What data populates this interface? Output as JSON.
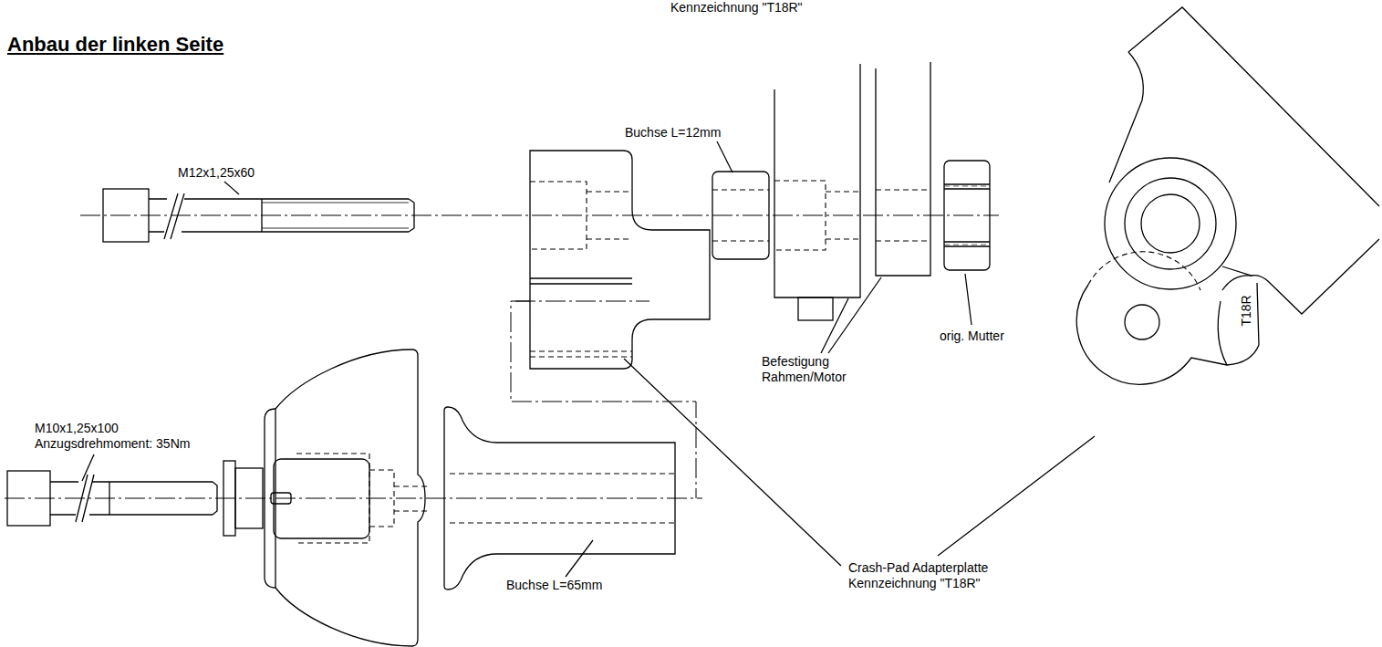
{
  "diagram": {
    "title": "Anbau der linken Seite",
    "labels": [
      "Kennzeichnung \"T18R\"",
      "M12x1,25x60",
      "Buchse L=12mm",
      "orig. Mutter",
      "Befestigung Rahmen/Motor",
      "M10x1,25x100",
      "Anzugsdrehmoment: 35Nm",
      "Crash-Pad Adapterplatte Kennzeichnung \"T18R\"",
      "Buchse L=65mm",
      "T18R"
    ]
  }
}
